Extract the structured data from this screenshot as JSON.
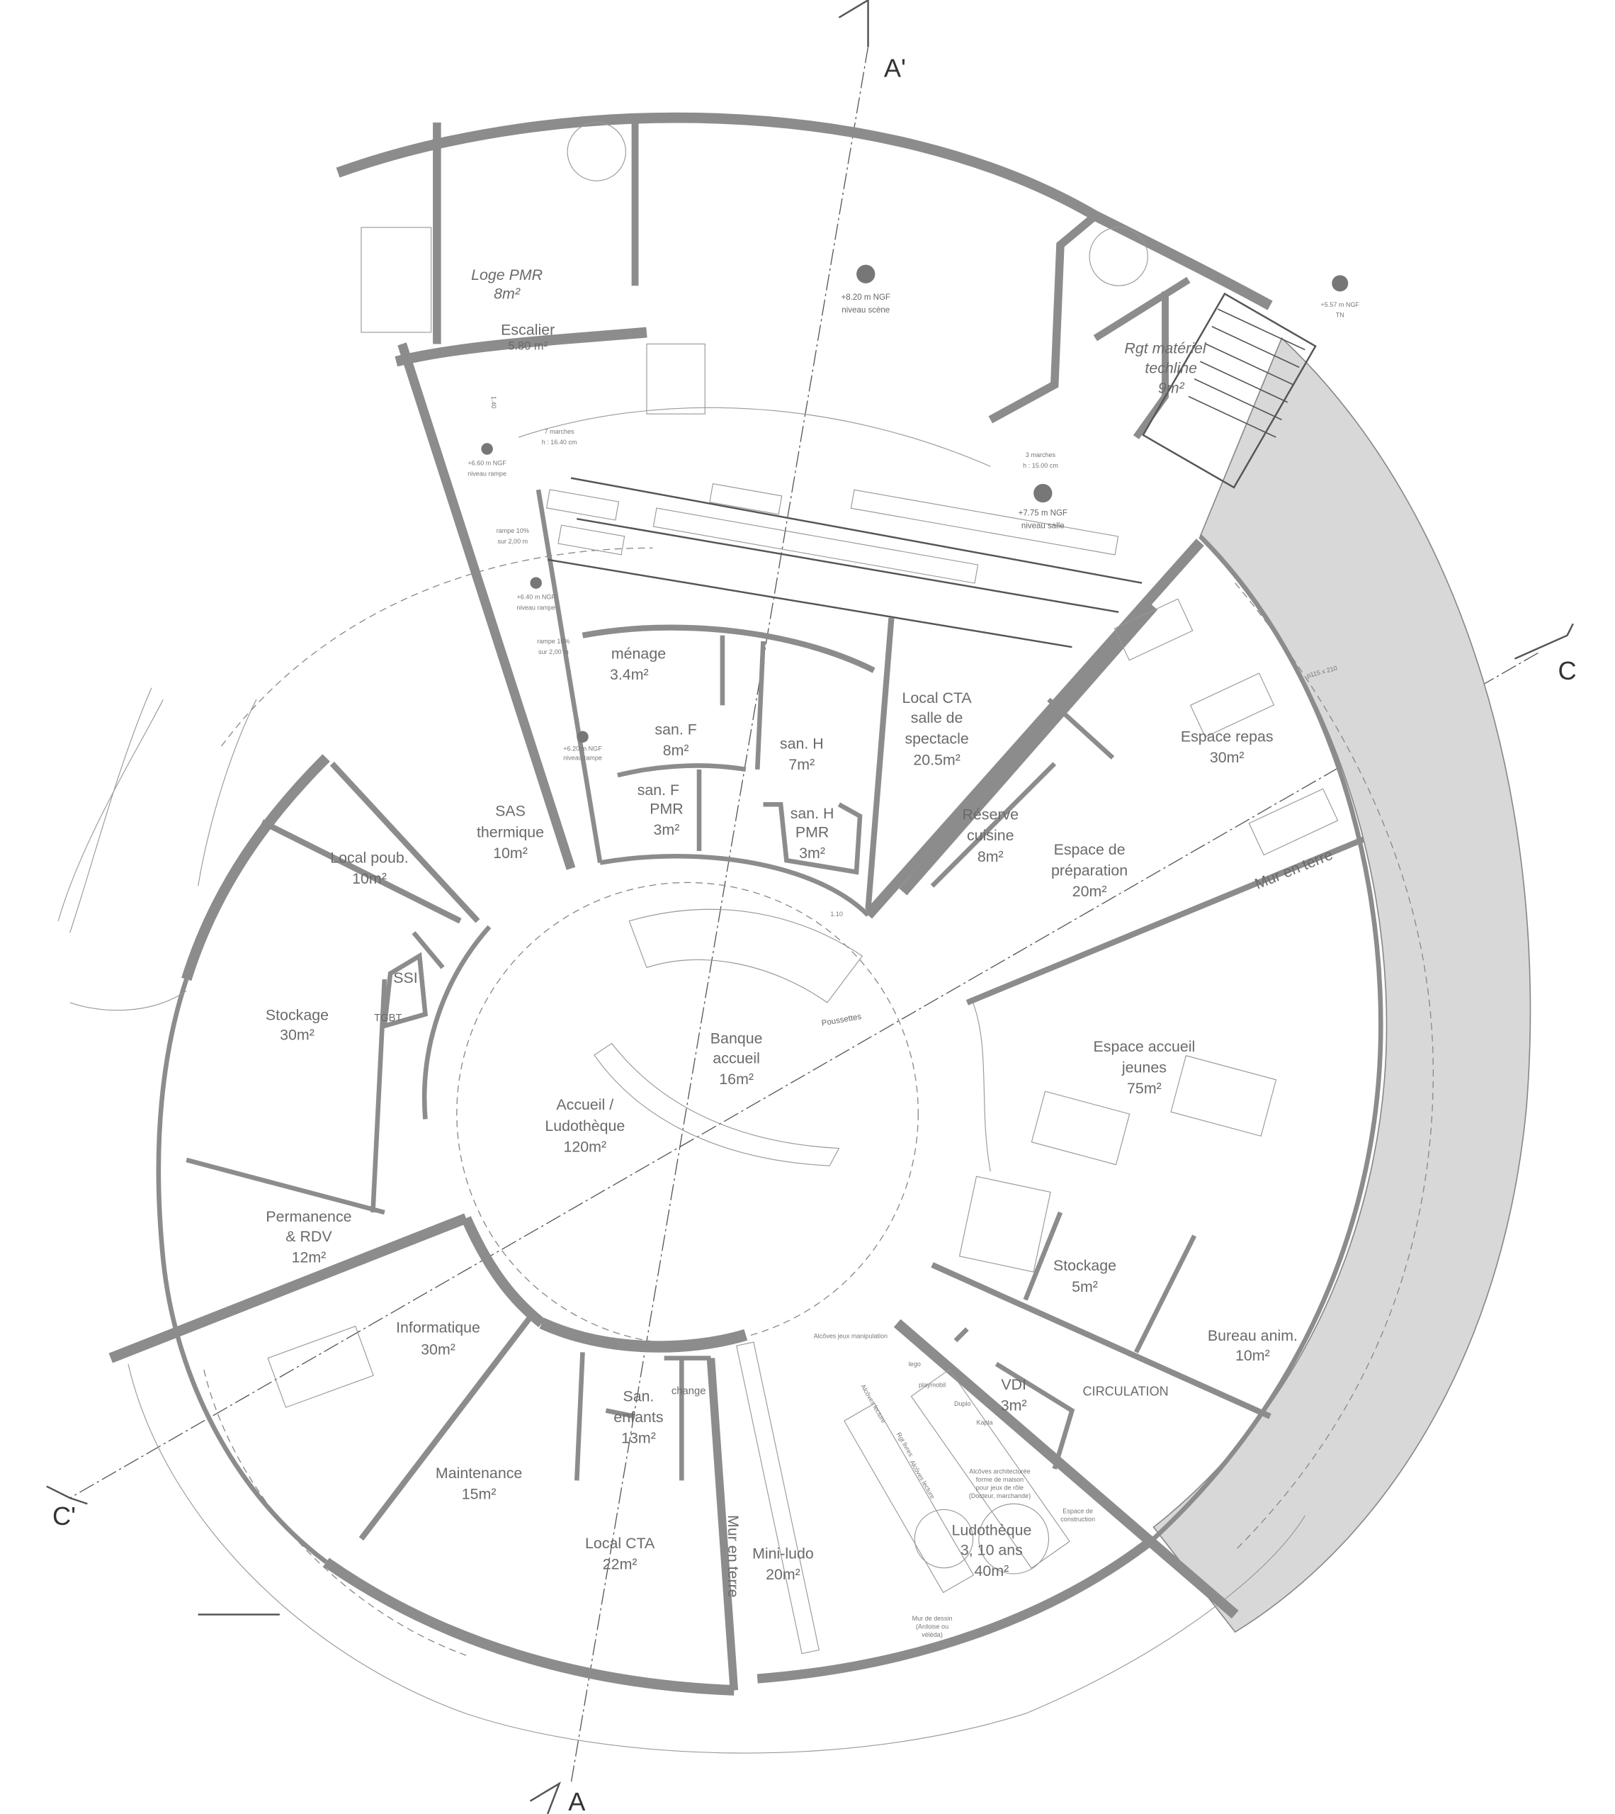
{
  "sections": {
    "a_prime": "A'",
    "a": "A",
    "c": "C",
    "c_prime": "C'"
  },
  "rooms": {
    "loge_pmr": {
      "name": "Loge PMR",
      "area": "8m²"
    },
    "escalier": {
      "name": "Escalier",
      "area": "5.80 m²"
    },
    "rgt_materiel": {
      "name": "Rgt matériel",
      "name2": "techline",
      "area": "9m²"
    },
    "menage": {
      "name": "ménage",
      "area": "3.4m²"
    },
    "san_f": {
      "name": "san. F",
      "area": "8m²"
    },
    "san_h": {
      "name": "san. H",
      "area": "7m²"
    },
    "san_f_pmr": {
      "name": "san. F",
      "name2": "PMR",
      "area": "3m²"
    },
    "san_h_pmr": {
      "name": "san. H",
      "name2": "PMR",
      "area": "3m²"
    },
    "local_cta_spectacle": {
      "name": "Local CTA",
      "name2": "salle de",
      "name3": "spectacle",
      "area": "20.5m²"
    },
    "espace_repas": {
      "name": "Espace repas",
      "area": "30m²"
    },
    "reserve_cuisine": {
      "name": "Réserve",
      "name2": "cuisine",
      "area": "8m²"
    },
    "espace_preparation": {
      "name": "Espace de",
      "name2": "préparation",
      "area": "20m²"
    },
    "sas_thermique": {
      "name": "SAS",
      "name2": "thermique",
      "area": "10m²"
    },
    "local_poub": {
      "name": "Local poub.",
      "area": "10m²"
    },
    "ssi": {
      "name": "SSI"
    },
    "tgbt": {
      "name": "TGBT"
    },
    "stockage_30": {
      "name": "Stockage",
      "area": "30m²"
    },
    "banque_accueil": {
      "name": "Banque",
      "name2": "accueil",
      "area": "16m²"
    },
    "accueil": {
      "name": "Accueil /",
      "name2": "Ludothèque",
      "area": "120m²"
    },
    "espace_jeunes": {
      "name": "Espace accueil",
      "name2": "jeunes",
      "area": "75m²"
    },
    "permanence": {
      "name": "Permanence",
      "name2": "& RDV",
      "area": "12m²"
    },
    "stockage_5": {
      "name": "Stockage",
      "area": "5m²"
    },
    "bureau_anim": {
      "name": "Bureau anim.",
      "area": "10m²"
    },
    "informatique": {
      "name": "Informatique",
      "area": "30m²"
    },
    "vdi": {
      "name": "VDI",
      "area": "3m²"
    },
    "circulation": {
      "name": "CIRCULATION"
    },
    "san_enfants": {
      "name": "San.",
      "name2": "enfants",
      "area": "13m²"
    },
    "change": {
      "name": "change"
    },
    "maintenance": {
      "name": "Maintenance",
      "area": "15m²"
    },
    "local_cta": {
      "name": "Local CTA",
      "area": "22m²"
    },
    "mini_ludo": {
      "name": "Mini-ludo",
      "area": "20m²"
    },
    "ludotheque": {
      "name": "Ludothèque",
      "name2": "3, 10 ans",
      "area": "40m²"
    }
  },
  "levels": {
    "scene": {
      "value": "+8.20 m NGF",
      "label": "niveau scène"
    },
    "tn": {
      "value": "+5.57 m NGF",
      "label": "TN"
    },
    "rampe_660": {
      "value": "+6.60 m NGF",
      "label": "niveau rampe"
    },
    "salle": {
      "value": "+7.75 m NGF",
      "label": "niveau salle"
    },
    "rampe_640": {
      "value": "+6.40 m NGF",
      "label": "niveau rampe"
    },
    "rampe_620": {
      "value": "+6.20 m NGF",
      "label": "niveau rampe"
    }
  },
  "annotations": {
    "marches7": {
      "l1": "7 marches",
      "l2": "h : 16.40 cm"
    },
    "marches3": {
      "l1": "3 marches",
      "l2": "h : 15.00 cm"
    },
    "rampe1": {
      "l1": "rampe 10%",
      "l2": "sur 2,00 m"
    },
    "rampe2": {
      "l1": "rampe 10%",
      "l2": "sur 2,00 m"
    },
    "mur_terre_1": "Mur en terre",
    "mur_terre_2": "Mur en terre",
    "poussettes": "Poussettes",
    "dim_110": "1.10",
    "dim_140": "1.40",
    "alcoves_manip": "Alcôves jeux manipulation",
    "lego": "lego",
    "playmobil": "playmobil",
    "duplo": "Duplo",
    "kapla": "Kapla",
    "alcoves_lecture": "Alcôves lecture",
    "rgt_livres": "Rgt livres",
    "alcoves_archi": {
      "l1": "Alcôves architecturée",
      "l2": "forme de maison",
      "l3": "pour jeux de rôle",
      "l4": "(Docteur, marchande)"
    },
    "espace_construction": {
      "l1": "Espace de",
      "l2": "construction"
    },
    "mur_dessin": {
      "l1": "Mur de dessin",
      "l2": "(Ardoise ou",
      "l3": "véléda)"
    },
    "porte": "p115 x 210"
  }
}
